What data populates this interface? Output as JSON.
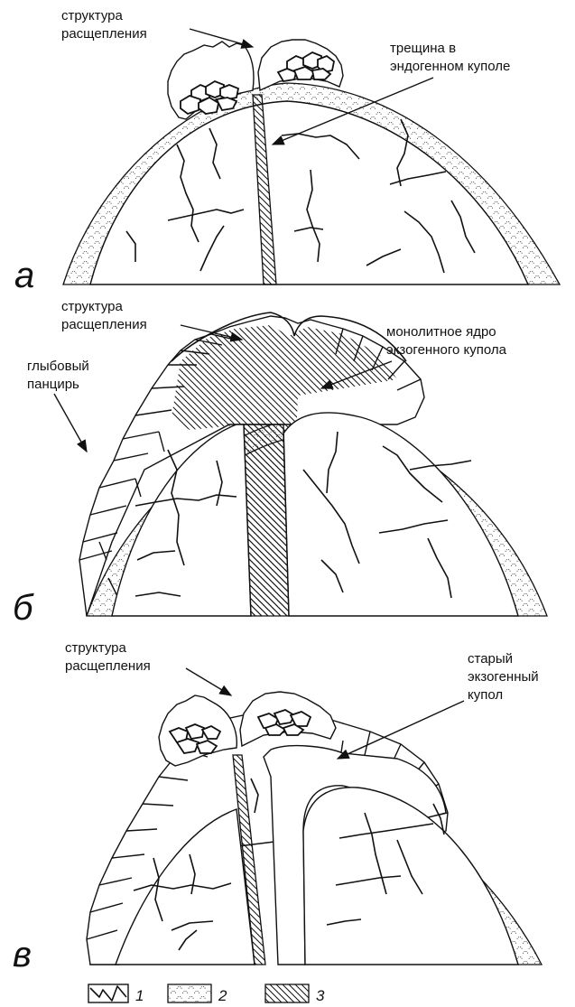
{
  "panel_a": {
    "letter": "а",
    "label_split_1": "структура",
    "label_split_2": "расщепления",
    "label_crack_1": "трещина в",
    "label_crack_2": "эндогенном куполе"
  },
  "panel_b": {
    "letter": "б",
    "label_split_1": "структура",
    "label_split_2": "расщепления",
    "label_core_1": "монолитное ядро",
    "label_core_2": "экзогенного купола",
    "label_armor_1": "глыбовый",
    "label_armor_2": "панцирь"
  },
  "panel_c": {
    "letter": "в",
    "label_split_1": "структура",
    "label_split_2": "расщепления",
    "label_old_1": "старый",
    "label_old_2": "экзогенный",
    "label_old_3": "купол"
  },
  "legend": [
    {
      "number": "1"
    },
    {
      "number": "2"
    },
    {
      "number": "3"
    }
  ]
}
